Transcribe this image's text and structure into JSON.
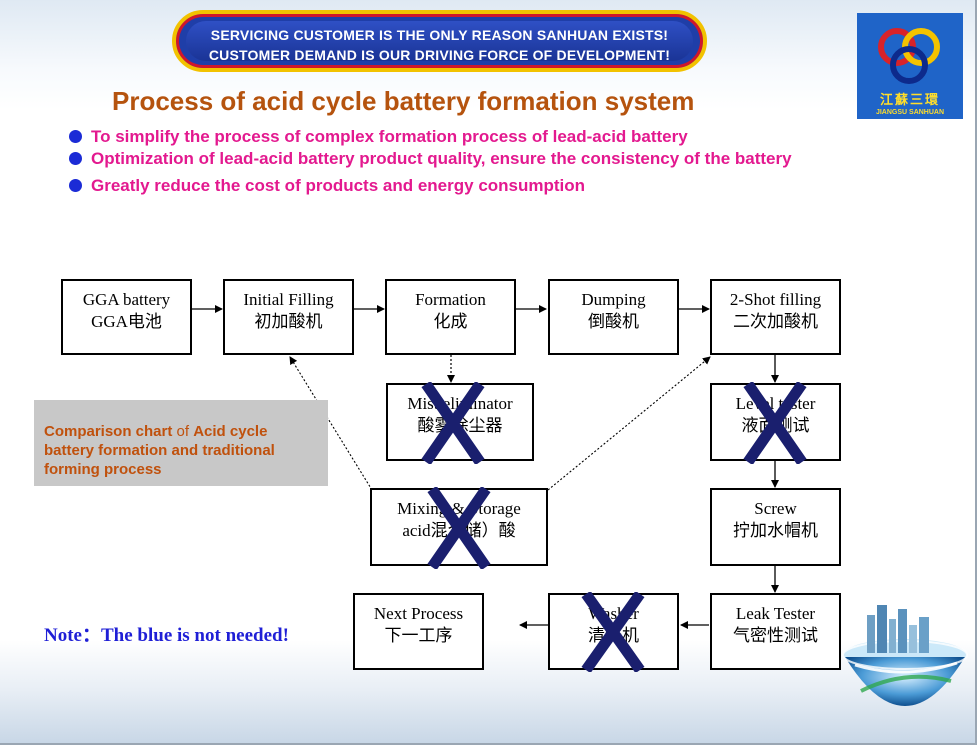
{
  "banner": {
    "line1": "SERVICING CUSTOMER IS THE ONLY REASON  SANHUAN EXISTS!",
    "line2": "CUSTOMER DEMAND IS OUR DRIVING FORCE OF DEVELOPMENT!"
  },
  "logo": {
    "cn": "江蘇三環",
    "en": "JIANGSU SANHUAN"
  },
  "title": "Process of acid cycle battery formation system",
  "bullets": [
    "To simplify the process of complex formation process of lead-acid battery",
    "Optimization of lead-acid battery product quality, ensure the consistency of the battery",
    "Greatly reduce the cost of products and energy consumption"
  ],
  "flow": {
    "ggabattery": {
      "en": "GGA battery",
      "cn": "GGA电池"
    },
    "initialfilling": {
      "en": "Initial Filling",
      "cn": "初加酸机"
    },
    "formation": {
      "en": "Formation",
      "cn": "化成"
    },
    "dumping": {
      "en": "Dumping",
      "cn": "倒酸机"
    },
    "twoshot": {
      "en": "2-Shot filling",
      "cn": "二次加酸机"
    },
    "misteliminator": {
      "en": "Mist eliminator",
      "cn": "酸雾除尘器"
    },
    "levertester": {
      "en": "Level tester",
      "cn": "液面测试"
    },
    "mixing": {
      "en": "Mixing & Storage",
      "cn": "acid混合储）酸"
    },
    "screw": {
      "en": "Screw",
      "cn": "拧加水帽机"
    },
    "nextprocess": {
      "en": "Next Process",
      "cn": "下一工序"
    },
    "washer": {
      "en": "Washer",
      "cn": "清洗机"
    },
    "leaktester": {
      "en": "Leak Tester",
      "cn": "气密性测试"
    }
  },
  "comparison": {
    "part1": "Comparison chart",
    "part2": " of ",
    "part3": "Acid cycle battery formation and traditional forming process"
  },
  "note": "Note：The blue is not needed!",
  "colors": {
    "title": "#b5530e",
    "bullet_text": "#e3198f",
    "bullet_dot": "#1b2bd6",
    "cross": "#1a1f6e",
    "note": "#1f1fd6"
  }
}
